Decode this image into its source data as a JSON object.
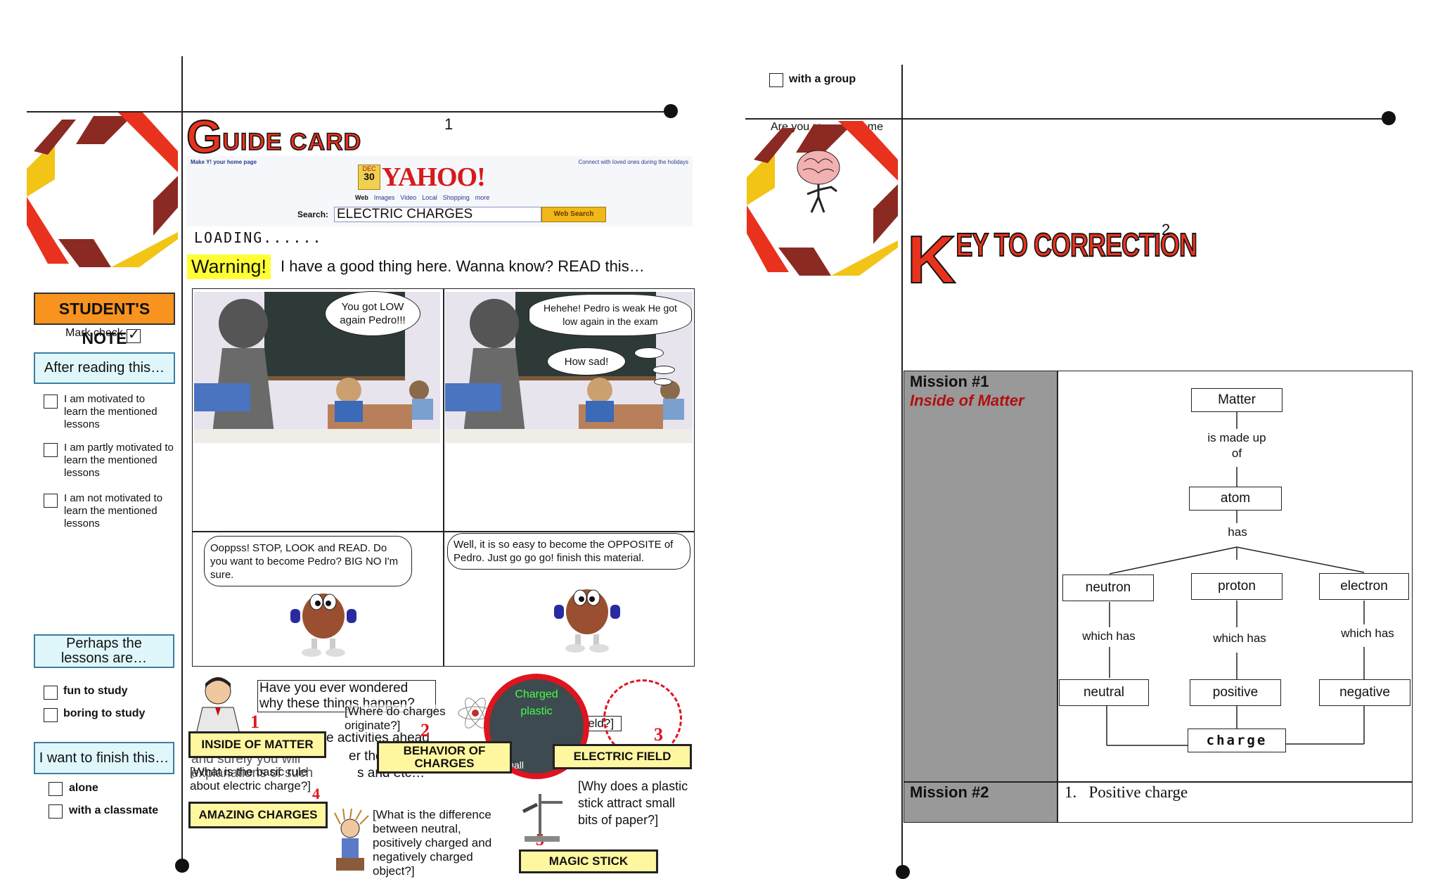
{
  "left": {
    "page_number": "1",
    "title_first": "G",
    "title_rest": "UIDE CARD",
    "yahoo": {
      "top_left": "Make Y! your home page",
      "top_right": "Connect with loved ones during the holidays",
      "logo": "YAHOO!",
      "badge_month": "DEC",
      "badge_day": "30",
      "tabs": [
        "Web",
        "Images",
        "Video",
        "Local",
        "Shopping",
        "more"
      ],
      "search_label": "Search:",
      "search_value": "ELECTRIC CHARGES",
      "search_button": "Web Search"
    },
    "loading": "LOADING......",
    "warning_label": "Warning!",
    "warning_text": "I have a good thing here. Wanna know? READ this…",
    "student_note": {
      "heading": "STUDENT'S NOTE",
      "mark_check": "Mark check",
      "after_reading": "After reading this…",
      "motivation": [
        "I am motivated to learn the mentioned lessons",
        "I am partly motivated to learn the mentioned lessons",
        "I am not motivated to learn the mentioned lessons"
      ],
      "perhaps": "Perhaps the lessons are…",
      "lesson_options": [
        "fun to study",
        "boring to study"
      ],
      "finish": "I want to finish this…",
      "finish_options": [
        "alone",
        "with a classmate"
      ]
    },
    "comic": {
      "panel1": "You got LOW again Pedro!!!",
      "panel2a": "Hehehe! Pedro is weak  He got low again in the exam",
      "panel2b": "How sad!",
      "panel3": "Ooppss! STOP, LOOK and READ. Do you want to become Pedro? BIG NO I'm sure.",
      "panel4": "Well, it is so easy to become the OPPOSITE of Pedro. Just go go go! finish this  material."
    },
    "map": {
      "intro": "Have you ever wondered why these things happen?",
      "intro_cont": "e activities ahead",
      "intro_cont2": "and surely you will",
      "intro_cont3": "er the",
      "intro_cont4": "explanations of such",
      "intro_cont5": "s and etc…",
      "q1": "[Where do charges originate?]",
      "q2": "[What is electric field?]",
      "q3": "[What is the basic rule about electric charge?]",
      "q4": "[What is the difference between neutral, positively charged and negatively charged object?]",
      "q5": "[Why does a  plastic stick attract small bits of paper?]",
      "charged_plastic": "Charged plastic",
      "small_bits": "Small bits of paper",
      "lessons": [
        {
          "num": "1",
          "label": "INSIDE OF MATTER"
        },
        {
          "num": "2",
          "label": "BEHAVIOR OF CHARGES"
        },
        {
          "num": "3",
          "label": "ELECTRIC FIELD"
        },
        {
          "num": "4",
          "label": "AMAZING CHARGES"
        },
        {
          "num": "5",
          "label": "MAGIC STICK"
        }
      ]
    }
  },
  "right": {
    "group_option": "with a group",
    "are_you": "Are you re",
    "come": "? Come",
    "page_number": "2",
    "title_first": "K",
    "title_rest": "EY TO CORRECTION",
    "mission1": {
      "label": "Mission #1",
      "subtitle": "Inside of Matter"
    },
    "mission2": {
      "label": "Mission #2",
      "answer": "1.   Positive charge"
    },
    "concept_map": {
      "matter": "Matter",
      "is_made_up_of": "is made up of",
      "atom": "atom",
      "has": "has",
      "particles": [
        "neutron",
        "proton",
        "electron"
      ],
      "which_has": "which has",
      "charges": [
        "neutral",
        "positive",
        "negative"
      ],
      "charge": "charge"
    }
  },
  "colors": {
    "logo_red": "#e8321e",
    "logo_brown": "#8a2a22",
    "logo_yellow": "#f2c416",
    "student_note": "#f7931e",
    "cyan_box": "#dff7fb",
    "lesson_box": "#fff7a0",
    "mission_red": "#b01010",
    "mission_gray": "#999999"
  }
}
